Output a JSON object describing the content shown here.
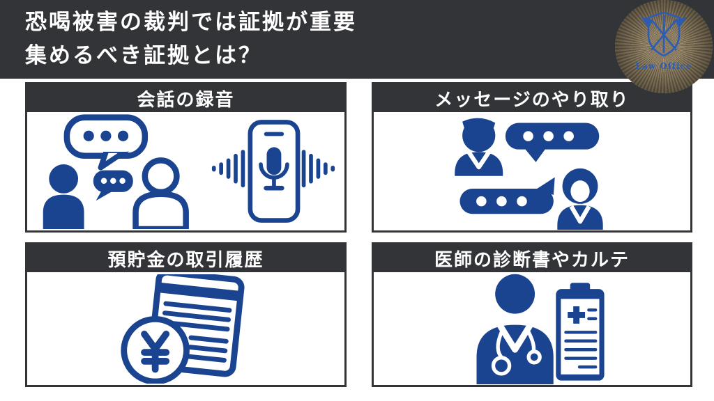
{
  "page": {
    "background": "#ffffff",
    "band_color": "#333438",
    "accent_blue": "#1b4490",
    "crest_blue": "#2c5cb4"
  },
  "header": {
    "title_line1": "恐喝被害の裁判では証拠が重要",
    "title_line2": "集めるべき証拠とは？"
  },
  "logo": {
    "caption": "Law Office",
    "description": "round folding-fan emblem with blue heraldic crest"
  },
  "cards": [
    {
      "label": "会話の録音",
      "icons": [
        "conversation-icon",
        "phone-recording-icon"
      ]
    },
    {
      "label": "メッセージのやり取り",
      "icons": [
        "message-exchange-icon"
      ]
    },
    {
      "label": "預貯金の取引履歴",
      "icons": [
        "bankbook-yen-icon"
      ]
    },
    {
      "label": "医師の診断書やカルテ",
      "icons": [
        "doctor-chart-icon"
      ]
    }
  ]
}
